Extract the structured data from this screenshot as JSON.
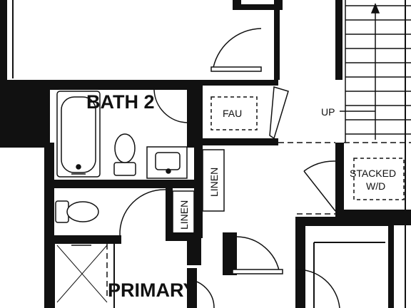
{
  "plan": {
    "labels": {
      "bath2": "BATH 2",
      "primary": "PRIMARY",
      "fau": "FAU",
      "up": "UP",
      "stacked_line1": "STACKED",
      "stacked_line2": "W/D",
      "linen_left": "LINEN",
      "linen_right": "LINEN"
    },
    "colors": {
      "wall": "#111111",
      "background": "#ffffff"
    }
  }
}
